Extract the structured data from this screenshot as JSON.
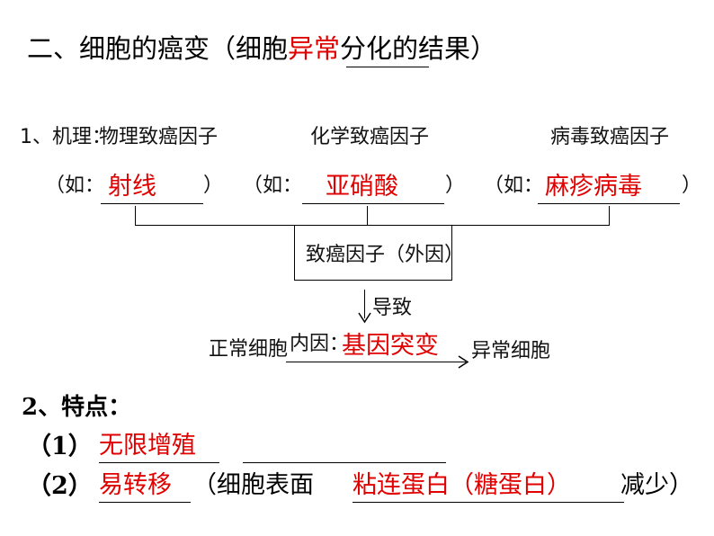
{
  "title": {
    "main": "二、细胞的癌变（细胞",
    "blank": "异常",
    "tail": "分化的结果）"
  },
  "mechanism": {
    "label": "1、机理：",
    "physical": "物理致癌因子",
    "chemical": "化学致癌因子",
    "viral": "病毒致癌因子",
    "eg_open": "（如：",
    "eg_close": "）",
    "physical_answer": "射线",
    "chemical_answer": "亚硝酸",
    "viral_answer": "麻疹病毒",
    "box": "致癌因子（外因）",
    "leads_to": "导致",
    "normal_cell": "正常细胞",
    "internal": "内因：",
    "internal_answer": "基因突变",
    "abnormal_cell": "异常细胞"
  },
  "features": {
    "heading": "2、特点：",
    "item1_num": "（1）",
    "item1_answer": "无限增殖",
    "item2_num": "（2）",
    "item2_answer": "易转移",
    "item2_mid": "（细胞表面",
    "item2_answer2": "粘连蛋白（糖蛋白）",
    "item2_tail": "减少）"
  }
}
